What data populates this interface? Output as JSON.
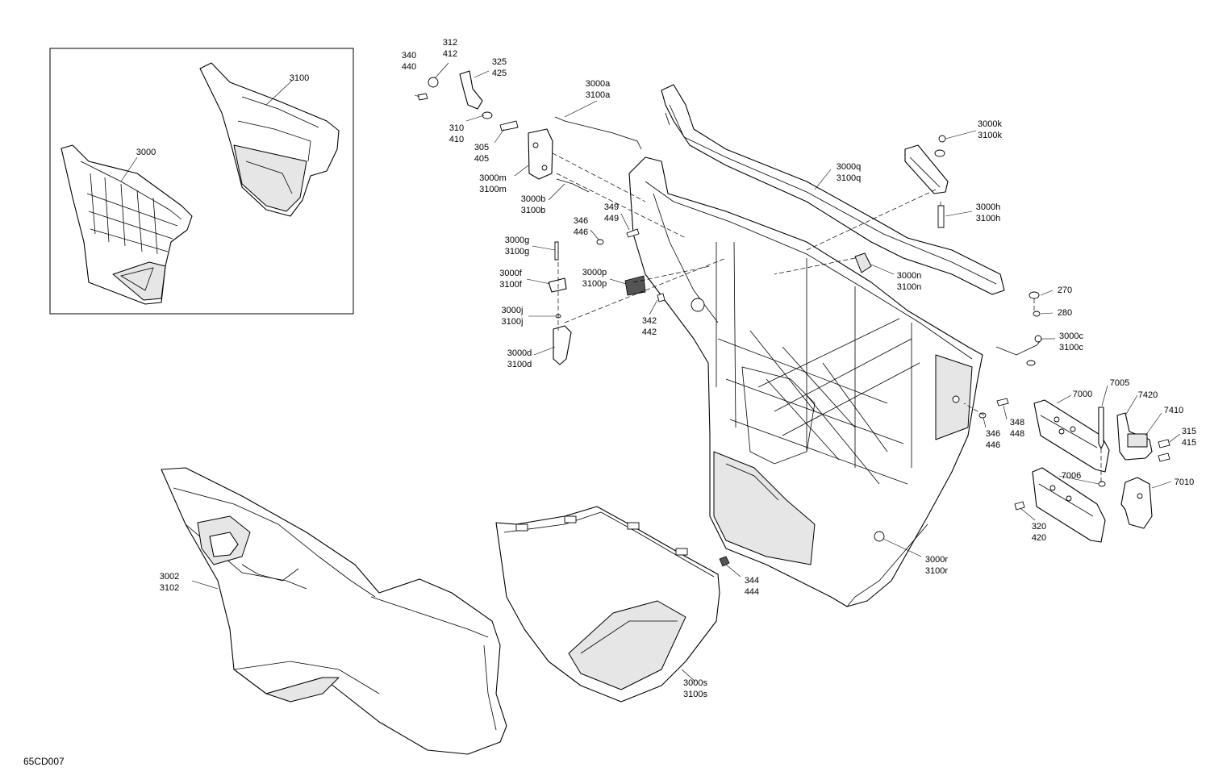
{
  "callouts": [
    {
      "id": "340-440",
      "lines": [
        "340",
        "440"
      ]
    },
    {
      "id": "312-412",
      "lines": [
        "312",
        "412"
      ]
    },
    {
      "id": "325-425",
      "lines": [
        "325",
        "425"
      ]
    },
    {
      "id": "310-410",
      "lines": [
        "310",
        "410"
      ]
    },
    {
      "id": "305-405",
      "lines": [
        "305",
        "405"
      ]
    },
    {
      "id": "3000a-3100a",
      "lines": [
        "3000a",
        "3100a"
      ]
    },
    {
      "id": "3000m-3100m",
      "lines": [
        "3000m",
        "3100m"
      ]
    },
    {
      "id": "3000b-3100b",
      "lines": [
        "3000b",
        "3100b"
      ]
    },
    {
      "id": "349-449",
      "lines": [
        "349",
        "449"
      ]
    },
    {
      "id": "346-446-a",
      "lines": [
        "346",
        "446"
      ]
    },
    {
      "id": "3000g-3100g",
      "lines": [
        "3000g",
        "3100g"
      ]
    },
    {
      "id": "3000f-3100f",
      "lines": [
        "3000f",
        "3100f"
      ]
    },
    {
      "id": "3000p-3100p",
      "lines": [
        "3000p",
        "3100p"
      ]
    },
    {
      "id": "3000j-3100j",
      "lines": [
        "3000j",
        "3100j"
      ]
    },
    {
      "id": "342-442",
      "lines": [
        "342",
        "442"
      ]
    },
    {
      "id": "3000d-3100d",
      "lines": [
        "3000d",
        "3100d"
      ]
    },
    {
      "id": "3000q-3100q",
      "lines": [
        "3000q",
        "3100q"
      ]
    },
    {
      "id": "3000k-3100k",
      "lines": [
        "3000k",
        "3100k"
      ]
    },
    {
      "id": "3000h-3100h",
      "lines": [
        "3000h",
        "3100h"
      ]
    },
    {
      "id": "3000n-3100n",
      "lines": [
        "3000n",
        "3100n"
      ]
    },
    {
      "id": "270",
      "lines": [
        "270"
      ]
    },
    {
      "id": "280",
      "lines": [
        "280"
      ]
    },
    {
      "id": "3000c-3100c",
      "lines": [
        "3000c",
        "3100c"
      ]
    },
    {
      "id": "7000",
      "lines": [
        "7000"
      ]
    },
    {
      "id": "7005",
      "lines": [
        "7005"
      ]
    },
    {
      "id": "7420",
      "lines": [
        "7420"
      ]
    },
    {
      "id": "7410",
      "lines": [
        "7410"
      ]
    },
    {
      "id": "315-415",
      "lines": [
        "315",
        "415"
      ]
    },
    {
      "id": "348-448",
      "lines": [
        "348",
        "448"
      ]
    },
    {
      "id": "346-446-b",
      "lines": [
        "346",
        "446"
      ]
    },
    {
      "id": "7006",
      "lines": [
        "7006"
      ]
    },
    {
      "id": "7010",
      "lines": [
        "7010"
      ]
    },
    {
      "id": "320-420",
      "lines": [
        "320",
        "420"
      ]
    },
    {
      "id": "3000r-3100r",
      "lines": [
        "3000r",
        "3100r"
      ]
    },
    {
      "id": "344-444",
      "lines": [
        "344",
        "444"
      ]
    },
    {
      "id": "3002-3102",
      "lines": [
        "3002",
        "3102"
      ]
    },
    {
      "id": "3000s-3100s",
      "lines": [
        "3000s",
        "3100s"
      ]
    },
    {
      "id": "3000",
      "lines": [
        "3000"
      ]
    },
    {
      "id": "3100",
      "lines": [
        "3100"
      ]
    }
  ],
  "diagram_code": "65CD007"
}
